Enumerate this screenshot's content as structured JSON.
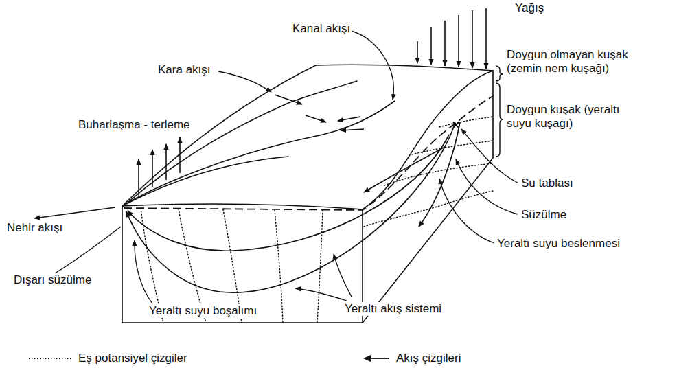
{
  "diagram": {
    "labels": [
      "Yağış",
      "Kanal akışı",
      "Kara akışı",
      "Doygun olmayan kuşak (zemin nem kuşağı)",
      "Doygun kuşak (yeraltı suyu kuşağı)",
      "Buharlaşma - terleme",
      "Su tablası",
      "Süzülme",
      "Yeraltı suyu beslenmesi",
      "Nehir akışı",
      "Dışarı süzülme",
      "Yeraltı suyu boşalımı",
      "Yeraltı akış sistemi"
    ],
    "legend": [
      {
        "text": "Eş potansiyel çizgiler"
      },
      {
        "text": "Akış çizgileri"
      }
    ]
  }
}
